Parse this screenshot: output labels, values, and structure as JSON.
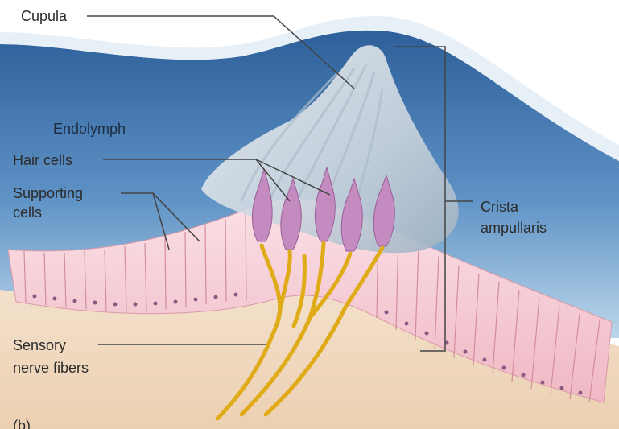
{
  "labels": {
    "cupula": "Cupula",
    "endolymph": "Endolymph",
    "hair_cells": "Hair cells",
    "supporting_cells_line1": "Supporting",
    "supporting_cells_line2": "cells",
    "crista_line1": "Crista",
    "crista_line2": "ampullaris",
    "sensory_line1": "Sensory",
    "sensory_line2": "nerve fibers",
    "panel_letter": "(b)"
  },
  "colors": {
    "endolymph": "#4f83b8",
    "cupula": "#d5dde4",
    "supporting_cells": "#f4c6cf",
    "hair_cells": "#c98fc4",
    "nerve_fibers": "#e3b320",
    "tissue": "#f3dcc4",
    "leader_lines": "#444444"
  }
}
